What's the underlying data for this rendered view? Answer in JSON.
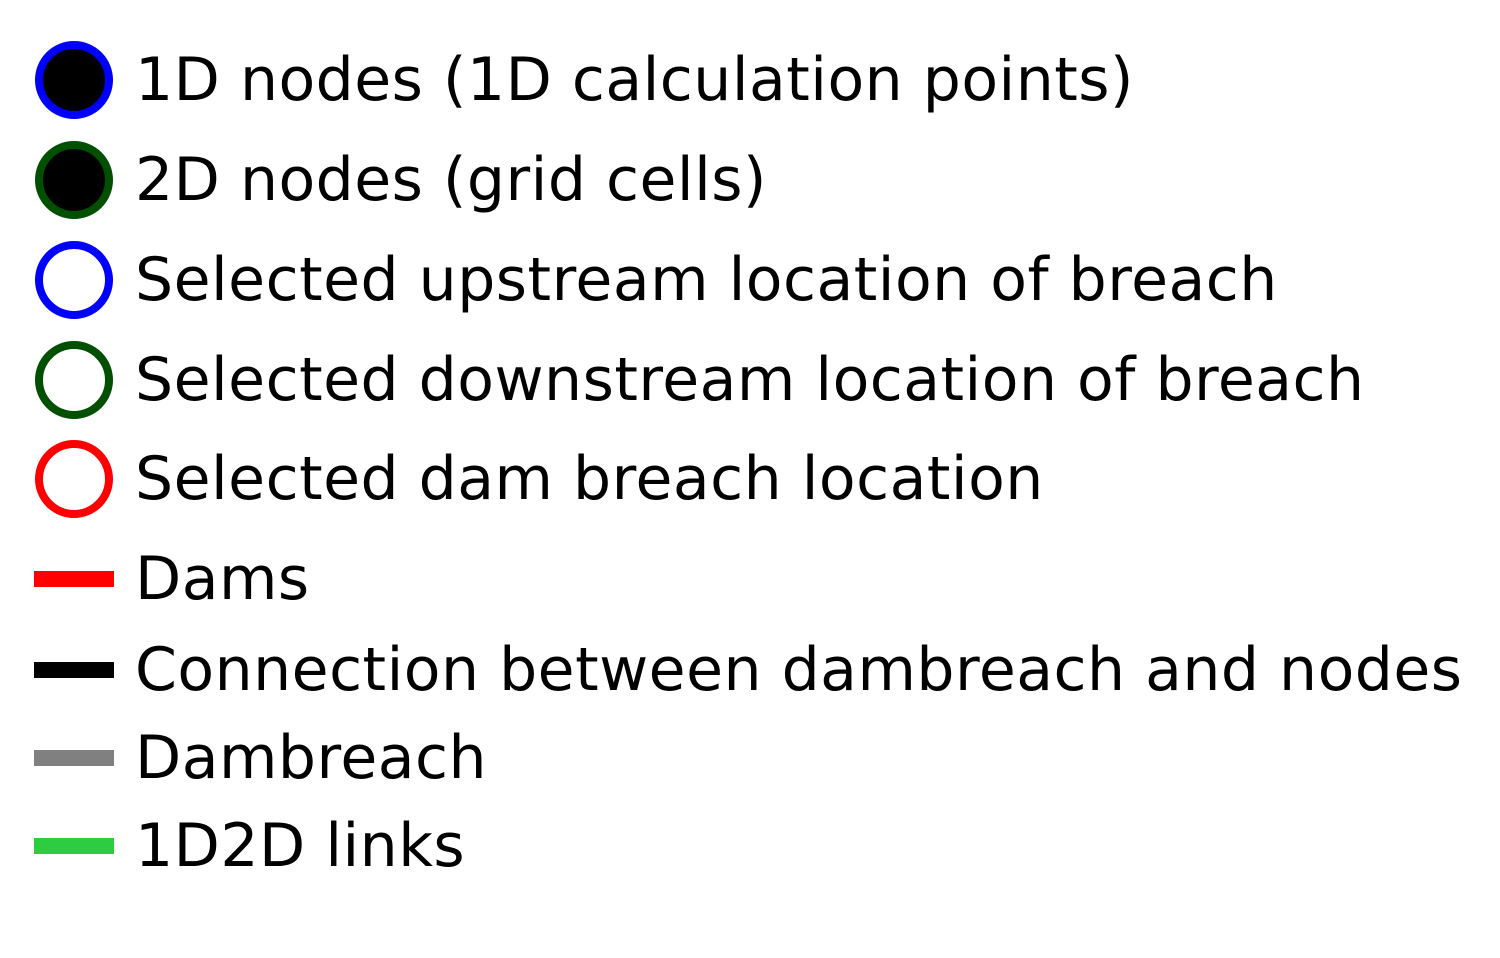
{
  "legend": {
    "items": [
      {
        "label": "1D nodes (1D calculation points)",
        "symbol": "circle",
        "border": "#0000ff",
        "fill": "#000000",
        "icon": "filled-circle-icon"
      },
      {
        "label": "2D nodes (grid cells)",
        "symbol": "circle",
        "border": "#005000",
        "fill": "#000000",
        "icon": "filled-circle-icon"
      },
      {
        "label": "Selected upstream location of breach",
        "symbol": "circle",
        "border": "#0000ff",
        "fill": "#ffffff",
        "icon": "ring-icon"
      },
      {
        "label": "Selected downstream location of breach",
        "symbol": "circle",
        "border": "#005000",
        "fill": "#ffffff",
        "icon": "ring-icon"
      },
      {
        "label": "Selected dam breach location",
        "symbol": "circle",
        "border": "#ff0000",
        "fill": "#ffffff",
        "icon": "ring-icon"
      },
      {
        "label": "Dams",
        "symbol": "line",
        "color": "#ff0000",
        "icon": "line-icon"
      },
      {
        "label": "Connection between dambreach and nodes",
        "symbol": "line",
        "color": "#000000",
        "icon": "line-icon"
      },
      {
        "label": "Dambreach",
        "symbol": "line",
        "color": "#808080",
        "icon": "line-icon"
      },
      {
        "label": "1D2D links",
        "symbol": "line",
        "color": "#2ecc40",
        "icon": "line-icon"
      }
    ]
  }
}
